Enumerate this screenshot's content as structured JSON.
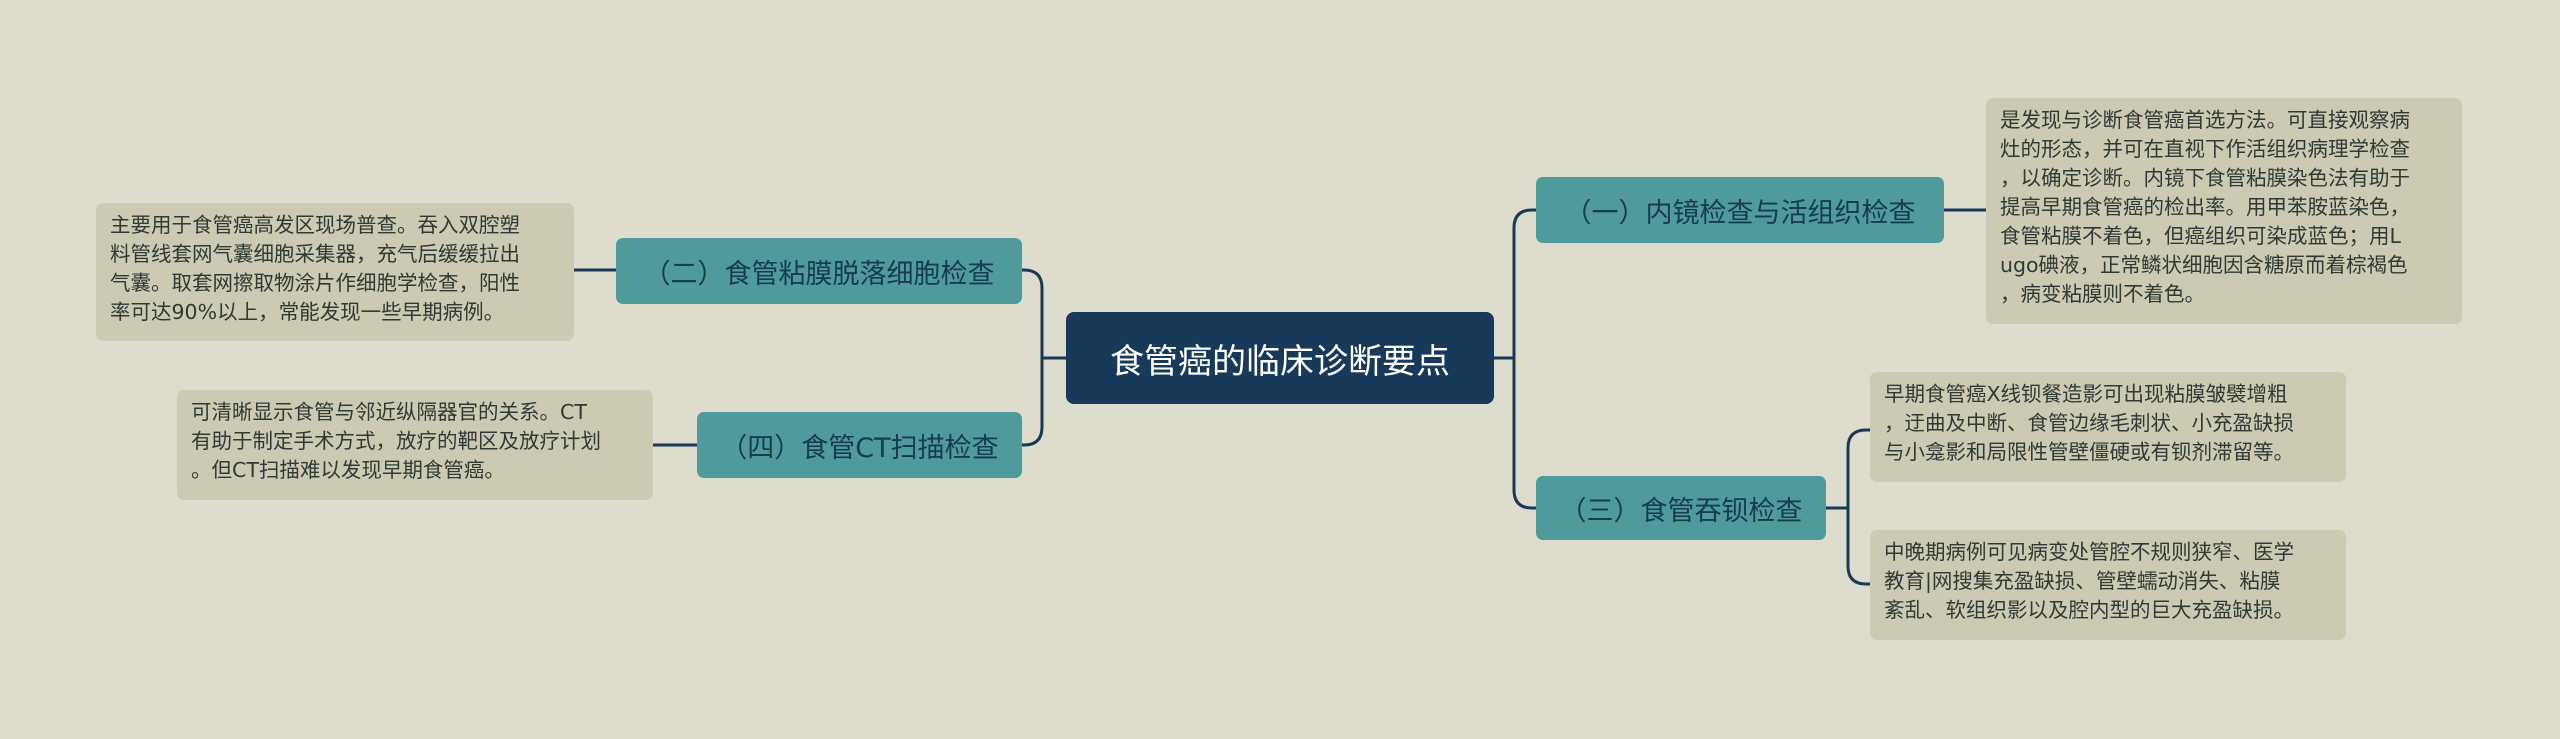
{
  "root": {
    "label": "食管癌的临床诊断要点"
  },
  "branches": [
    {
      "label": "（一）内镜检查与活组织检查",
      "notes": [
        [
          "是发现与诊断食管癌首选方法。可直接观察病",
          "灶的形态，并可在直视下作活组织病理学检查",
          "，以确定诊断。内镜下食管粘膜染色法有助于",
          "提高早期食管癌的检出率。用甲苯胺蓝染色，",
          "食管粘膜不着色，但癌组织可染成蓝色；用L",
          "ugo碘液，正常鳞状细胞因含糖原而着棕褐色",
          "，病变粘膜则不着色。"
        ]
      ]
    },
    {
      "label": "（二）食管粘膜脱落细胞检查",
      "notes": [
        [
          "主要用于食管癌高发区现场普查。吞入双腔塑",
          "料管线套网气囊细胞采集器，充气后缓缓拉出",
          "气囊。取套网擦取物涂片作细胞学检查，阳性",
          "率可达90%以上，常能发现一些早期病例。"
        ]
      ]
    },
    {
      "label": "（三）食管吞钡检查",
      "notes": [
        [
          "早期食管癌X线钡餐造影可出现粘膜皱襞增粗",
          "，迂曲及中断、食管边缘毛刺状、小充盈缺损",
          "与小龛影和局限性管壁僵硬或有钡剂滞留等。"
        ],
        [
          "中晚期病例可见病变处管腔不规则狭窄、医学",
          "教育|网搜集充盈缺损、管壁蠕动消失、粘膜",
          "紊乱、软组织影以及腔内型的巨大充盈缺损。"
        ]
      ]
    },
    {
      "label": "（四）食管CT扫描检查",
      "notes": [
        [
          "可清晰显示食管与邻近纵隔器官的关系。CT",
          "有助于制定手术方式，放疗的靶区及放疗计划",
          "。但CT扫描难以发现早期食管癌。"
        ]
      ]
    }
  ],
  "colors": {
    "background": "#deddcd",
    "root_fill": "#17395a",
    "branch_fill": "#4f9a9b",
    "note_fill": "#cccab3",
    "connector": "#17395a"
  }
}
